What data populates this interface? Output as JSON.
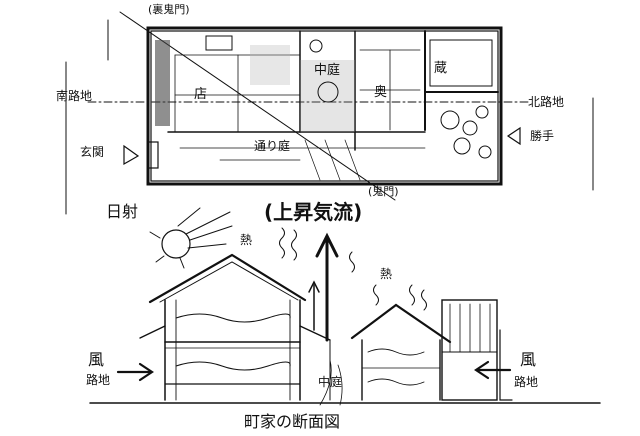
{
  "plan": {
    "labels": {
      "ura_kimon": "(裏鬼門)",
      "nakaniwa": "中庭",
      "kura": "蔵",
      "minami_roji": "南路地",
      "mise": "店",
      "oku": "奥",
      "kita_roji": "北路地",
      "genkan": "玄関",
      "toriniwa": "通り庭",
      "katte": "勝手",
      "kimon": "(鬼門)"
    }
  },
  "section": {
    "labels": {
      "nissha": "日射",
      "joushou_kiryu": "(上昇気流)",
      "netsu_left": "熱",
      "netsu_right": "熱",
      "kaze_left": "風",
      "roji_left": "路地",
      "nakaniwa": "中庭",
      "kaze_right": "風",
      "roji_right": "路地"
    },
    "caption": "町家の断面図"
  }
}
